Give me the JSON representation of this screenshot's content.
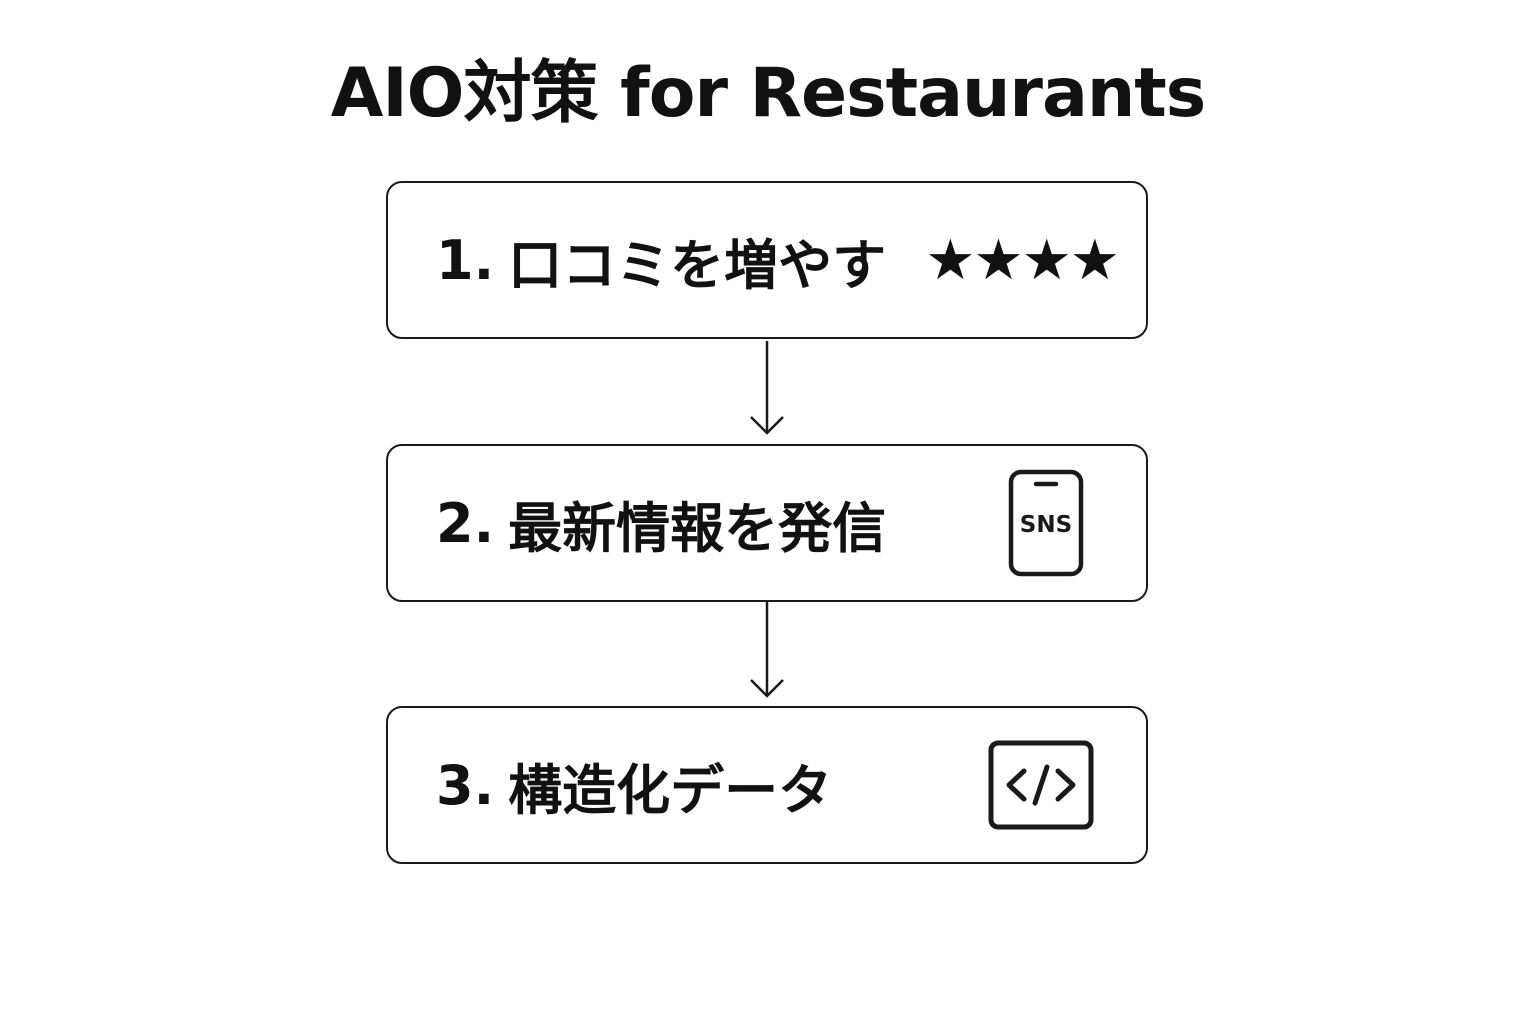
{
  "title": "AIO対策 for Restaurants",
  "steps": [
    {
      "number": "1.",
      "label": "口コミを増やす",
      "icon": "stars-icon",
      "rating_stars": 4
    },
    {
      "number": "2.",
      "label": "最新情報を発信",
      "icon": "smartphone-sns-icon",
      "icon_text": "SNS"
    },
    {
      "number": "3.",
      "label": "構造化データ",
      "icon": "code-icon"
    }
  ],
  "colors": {
    "stroke": "#1a1a1a",
    "background": "#ffffff"
  }
}
